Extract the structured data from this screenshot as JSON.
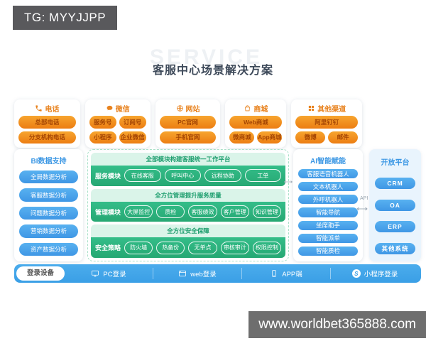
{
  "overlay": {
    "tg": "TG: MYYJJPP",
    "site": "www.worldbet365888.com"
  },
  "header": {
    "watermark": "SERVICE",
    "title": "客服中心场景解决方案"
  },
  "channels": [
    {
      "name": "电话",
      "icon": "phone-icon",
      "rows": [
        [
          "总部电话"
        ],
        [
          "分支机构电话"
        ]
      ]
    },
    {
      "name": "微信",
      "icon": "wechat-icon",
      "rows": [
        [
          "服务号",
          "订阅号"
        ],
        [
          "小程序",
          "企业微信"
        ]
      ]
    },
    {
      "name": "网站",
      "icon": "website-icon",
      "rows": [
        [
          "PC官网"
        ],
        [
          "手机官网"
        ]
      ]
    },
    {
      "name": "商城",
      "icon": "mall-icon",
      "rows": [
        [
          "Web商城"
        ],
        [
          "微商城",
          "App商城"
        ]
      ]
    },
    {
      "name": "其他渠道",
      "icon": "other-channels-icon",
      "rows": [
        [
          "阿里钉钉"
        ],
        [
          "微博",
          "邮件"
        ]
      ]
    }
  ],
  "bi": {
    "title": "BI数据支持",
    "items": [
      "全局数据分析",
      "客服数据分析",
      "问题数据分析",
      "营销数据分析",
      "资产数据分析"
    ]
  },
  "platform": {
    "sections": [
      {
        "caption": "全部模块构建客服统一工作平台",
        "label": "服务模块",
        "pills": [
          "在线客服",
          "呼叫中心",
          "远程协助",
          "工单"
        ]
      },
      {
        "caption": "全方位管理提升服务质量",
        "label": "管理模块",
        "pills": [
          "大屏监控",
          "质检",
          "客服绩效",
          "客户管理",
          "知识管理"
        ]
      },
      {
        "caption": "全方位安全保障",
        "label": "安全策略",
        "pills": [
          "防火墙",
          "热备份",
          "无单点",
          "审核审计",
          "权限控制"
        ]
      }
    ]
  },
  "ai": {
    "title": "AI智能赋能",
    "items": [
      "客服语音机器人",
      "文本机器人",
      "外呼机器人",
      "智能导航",
      "坐席助手",
      "智能派单",
      "智能质检"
    ]
  },
  "open_platform": {
    "title": "开放平台",
    "api_label": "API",
    "items": [
      "CRM",
      "OA",
      "ERP",
      "其他系统"
    ]
  },
  "login_bar": {
    "label": "登录设备",
    "items": [
      {
        "label": "PC登录",
        "icon": "monitor-icon"
      },
      {
        "label": "web登录",
        "icon": "browser-icon"
      },
      {
        "label": "APP端",
        "icon": "smartphone-icon"
      },
      {
        "label": "小程序登录",
        "icon": "miniprogram-icon"
      }
    ]
  },
  "colors": {
    "orange": "#ee8214",
    "blue": "#42a0e8",
    "green": "#2bb37e",
    "bar_blue": "#3fa5ea"
  }
}
